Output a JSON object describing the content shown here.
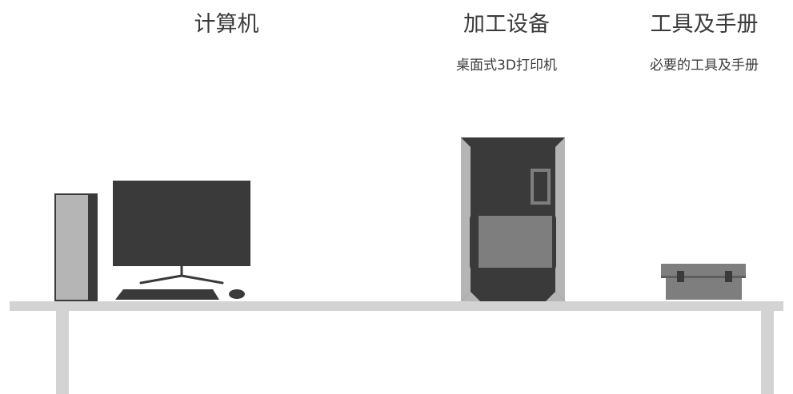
{
  "sections": {
    "computer": {
      "title": "计算机"
    },
    "equipment": {
      "title": "加工设备",
      "subtitle": "桌面式3D打印机"
    },
    "tools": {
      "title": "工具及手册",
      "subtitle": "必要的工具及手册"
    }
  },
  "colors": {
    "dark": "#3a3a3a",
    "medium": "#7e7e7e",
    "light": "#b5b5b5",
    "table": "#d3d3d3",
    "text": "#3b3b3b"
  }
}
